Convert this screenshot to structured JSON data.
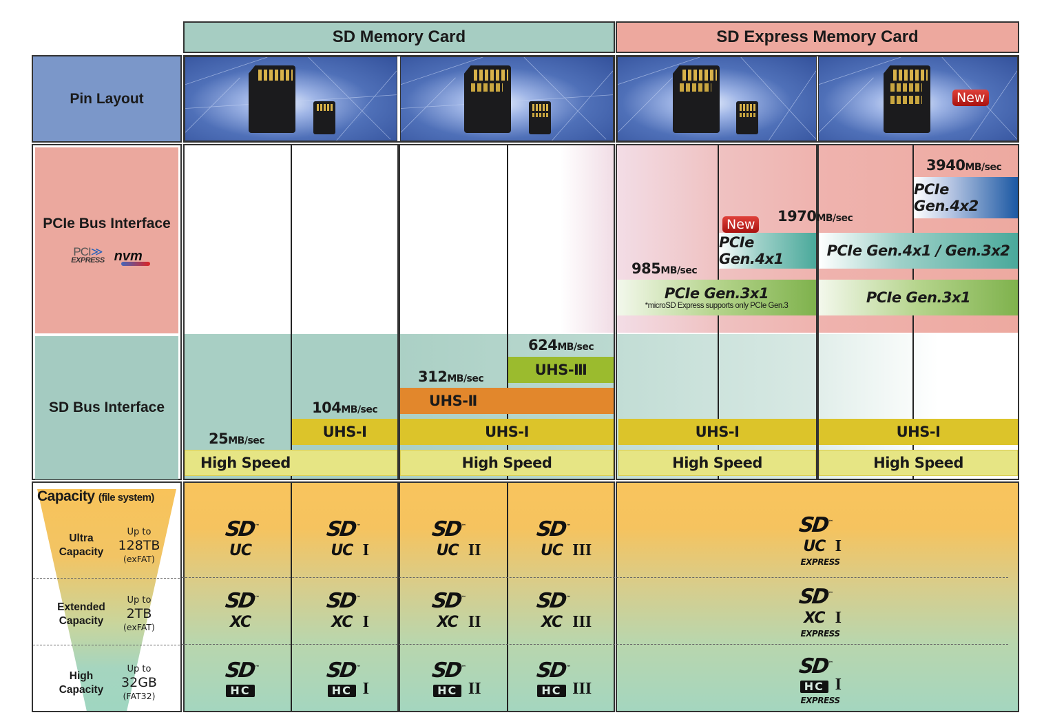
{
  "headers": {
    "sd_memory_card": "SD Memory Card",
    "sd_express_memory_card": "SD Express Memory Card"
  },
  "row_labels": {
    "pin_layout": "Pin Layout",
    "pcie_bus_interface": "PCIe Bus Interface",
    "pcie_logo_text": "PCI EXPRESS",
    "nvm_logo_text": "nvm",
    "sd_bus_interface": "SD Bus Interface",
    "capacity_title": "Capacity",
    "capacity_subtitle": "(file system)"
  },
  "new_badge": "New",
  "speeds": {
    "hs": {
      "value": "25",
      "unit": "MB/sec"
    },
    "uhs1": {
      "value": "104",
      "unit": "MB/sec"
    },
    "uhs2": {
      "value": "312",
      "unit": "MB/sec"
    },
    "uhs3": {
      "value": "624",
      "unit": "MB/sec"
    },
    "pcie3x1": {
      "value": "985",
      "unit": "MB/sec"
    },
    "pcie4x1": {
      "value": "1970",
      "unit": "MB/sec"
    },
    "pcie4x2": {
      "value": "3940",
      "unit": "MB/sec"
    }
  },
  "bars": {
    "high_speed": "High Speed",
    "uhs1": "UHS-I",
    "uhs2": "UHS-Ⅱ",
    "uhs3": "UHS-Ⅲ",
    "pcie_gen3x1": "PCIe Gen.3x1",
    "pcie_gen3x1_note": "*microSD Express supports only PCIe Gen.3",
    "pcie_gen4x1": "PCIe Gen.4x1",
    "pcie_gen4x1_gen3x2": "PCIe Gen.4x1 / Gen.3x2",
    "pcie_gen4x2": "PCIe Gen.4x2"
  },
  "capacity": [
    {
      "name_line1": "Ultra",
      "name_line2": "Capacity",
      "upto": "Up to",
      "size": "128TB",
      "fs": "(exFAT)",
      "logo_sub": "UC"
    },
    {
      "name_line1": "Extended",
      "name_line2": "Capacity",
      "upto": "Up to",
      "size": "2TB",
      "fs": "(exFAT)",
      "logo_sub": "XC"
    },
    {
      "name_line1": "High",
      "name_line2": "Capacity",
      "upto": "Up to",
      "size": "32GB",
      "fs": "(FAT32)",
      "logo_sub": "HC"
    }
  ],
  "logos": {
    "sd": "SD",
    "tm": "™",
    "roman_1": "I",
    "roman_2": "II",
    "roman_3": "III",
    "express": "EXPRESS"
  },
  "colors": {
    "sd_header": "#a6cdc2",
    "express_header": "#eda89e",
    "pin_label": "#7b97c9",
    "pcie_label": "#eba89e",
    "sdbus_label": "#a4cbc1",
    "high_speed": "#e6e584",
    "uhs1": "#dcc42a",
    "uhs2": "#e2872c",
    "uhs3": "#9bbb2e"
  }
}
